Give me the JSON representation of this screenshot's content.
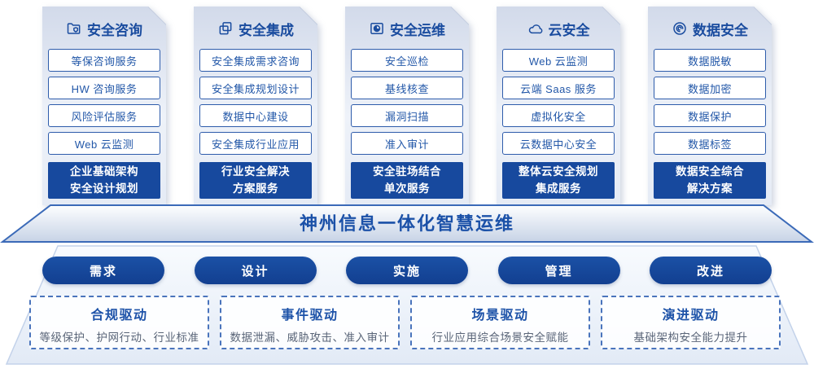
{
  "service_columns": [
    {
      "title": "安全咨询",
      "icon": "folder-shield",
      "items": [
        "等保咨询服务",
        "HW 咨询服务",
        "风险评估服务",
        "Web 云监测"
      ],
      "highlight": "企业基础架构\n安全设计规划"
    },
    {
      "title": "安全集成",
      "icon": "copy-documents",
      "items": [
        "安全集成需求咨询",
        "安全集成规划设计",
        "数据中心建设",
        "安全集成行业应用"
      ],
      "highlight": "行业安全解决\n方案服务"
    },
    {
      "title": "安全运维",
      "icon": "folder-clock",
      "items": [
        "安全巡检",
        "基线核查",
        "漏洞扫描",
        "准入审计"
      ],
      "highlight": "安全驻场结合\n单次服务"
    },
    {
      "title": "云安全",
      "icon": "cloud",
      "items": [
        "Web 云监测",
        "云端 Saas 服务",
        "虚拟化安全",
        "云数据中心安全"
      ],
      "highlight": "整体云安全规划\n集成服务"
    },
    {
      "title": "数据安全",
      "icon": "fingerprint",
      "items": [
        "数据脱敏",
        "数据加密",
        "数据保护",
        "数据标签"
      ],
      "highlight": "数据安全综合\n解决方案"
    }
  ],
  "platform_banner": {
    "title": "神州信息一体化智慧运维"
  },
  "process_steps": [
    "需求",
    "设计",
    "实施",
    "管理",
    "改进"
  ],
  "drivers": [
    {
      "title": "合规驱动",
      "desc": "等级保护、护网行动、行业标准"
    },
    {
      "title": "事件驱动",
      "desc": "数据泄漏、威胁攻击、准入审计"
    },
    {
      "title": "场景驱动",
      "desc": "行业应用综合场景安全赋能"
    },
    {
      "title": "演进驱动",
      "desc": "基础架构安全能力提升"
    }
  ],
  "colors": {
    "primary_dark": "#17499e",
    "box_border": "#2e5cab",
    "title_text": "#1a4c9f",
    "banner_text": "#1b51a8",
    "driver_desc_text": "#5a6578"
  }
}
